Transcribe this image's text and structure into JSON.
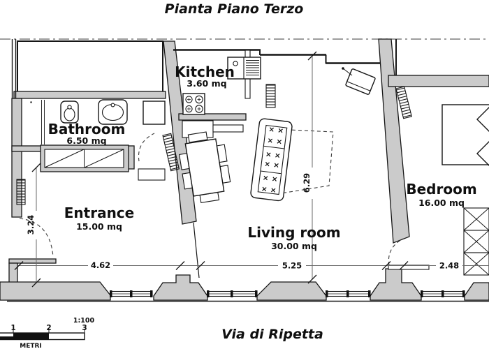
{
  "title": "Pianta Piano Terzo",
  "street_label": "Via di Ripetta",
  "rooms": {
    "kitchen": {
      "name": "Kitchen",
      "area": "3.60 mq"
    },
    "bathroom": {
      "name": "Bathroom",
      "area": "6.50 mq"
    },
    "entrance": {
      "name": "Entrance",
      "area": "15.00 mq"
    },
    "living_room": {
      "name": "Living room",
      "area": "30.00 mq"
    },
    "bedroom": {
      "name": "Bedroom",
      "area": "16.00 mq"
    }
  },
  "dimensions": {
    "entrance_width": "4.62",
    "living_width": "5.25",
    "bedroom_width": "2.48",
    "entrance_depth": "3.24",
    "living_depth": "6.29"
  },
  "scale_bar": {
    "ratio": "1:100",
    "unit": "METRI",
    "marks": [
      "1",
      "2",
      "3"
    ]
  },
  "icons": [
    "bidet-icon",
    "bathroom-sink-icon",
    "shower-icon",
    "closet-icon",
    "stove-icon",
    "kitchen-sink-icon",
    "radiator-icon",
    "dining-table-icon",
    "sofa-icon",
    "rug-icon",
    "bed-icon",
    "wardrobe-icon",
    "wall-lamp-icon",
    "door-swing-icon",
    "window-icon"
  ],
  "colors": {
    "wall_fill": "#cbcbcb",
    "line": "#161616",
    "dimension_line": "#6a6a6a",
    "background": "#ffffff"
  }
}
